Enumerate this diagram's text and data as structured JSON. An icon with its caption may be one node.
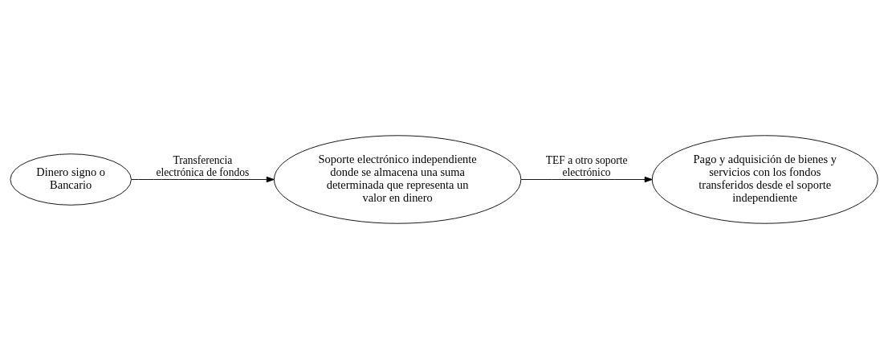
{
  "diagram": {
    "nodes": [
      {
        "text": [
          "Dinero signo o Bancario"
        ]
      },
      {
        "text": [
          "Soporte electrónico independiente donde se almacena una suma determinada que representa un valor en dinero"
        ]
      },
      {
        "text": [
          "Pago y adquisición de bienes y servicios con los fondos transferidos desde el soporte independiente"
        ]
      }
    ],
    "edges": [
      {
        "from": 0,
        "to": 1,
        "arrow": "to",
        "label": "Transferencia electrónica de fondos"
      },
      {
        "from": 1,
        "to": 2,
        "arrow": "to",
        "label": "TEF a otro soporte electrónico"
      }
    ]
  }
}
